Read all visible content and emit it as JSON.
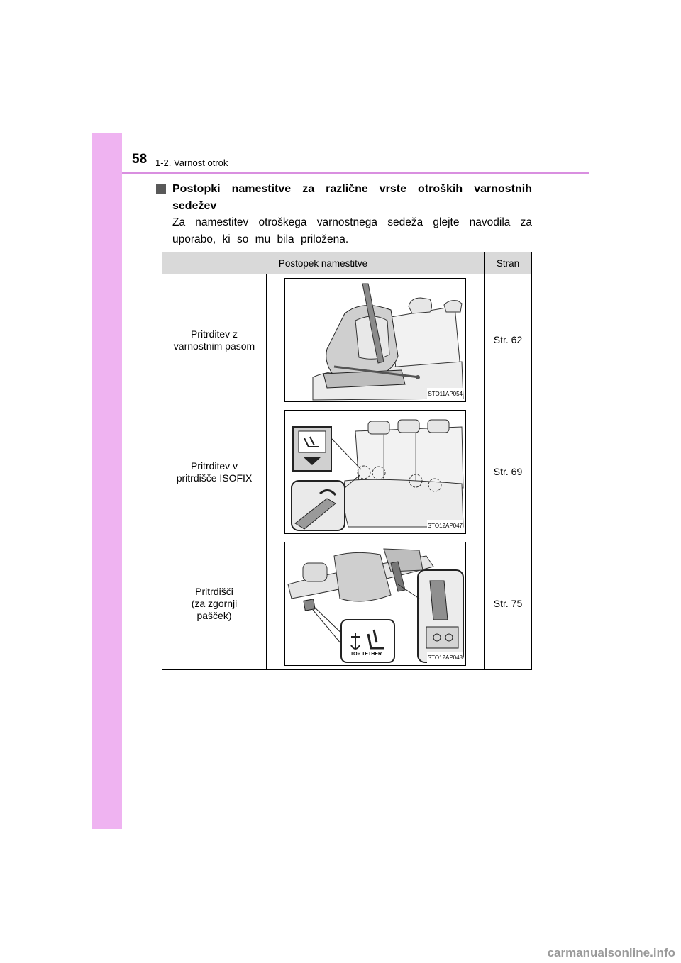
{
  "header": {
    "page_number": "58",
    "chapter": "1-2. Varnost otrok"
  },
  "section": {
    "heading": "Postopki namestitve za različne vrste otroških varnostnih sedežev",
    "body": "Za namestitev otroškega varnostnega sedeža glejte navodila za uporabo, ki so mu bila priložena."
  },
  "table": {
    "headers": [
      "Postopek namestitve",
      "Stran"
    ],
    "rows": [
      {
        "method": "Pritrditev z\nvarnostnim pasom",
        "image_code": "STO11AP054",
        "page": "Str. 62"
      },
      {
        "method": "Pritrditev v\npritrdišče ISOFIX",
        "image_code": "STO12AP047",
        "page": "Str. 69"
      },
      {
        "method": "Pritrdišči\n(za zgornji\npašček)",
        "image_code": "STO12AP048",
        "tether_label": "TOP TETHER",
        "page": "Str. 75"
      }
    ]
  },
  "footer": {
    "watermark": "carmanualsonline.info"
  },
  "colors": {
    "sidebar": "#efb3f1",
    "rule": "#d98fe0",
    "header_fill": "#d9d9d9"
  }
}
